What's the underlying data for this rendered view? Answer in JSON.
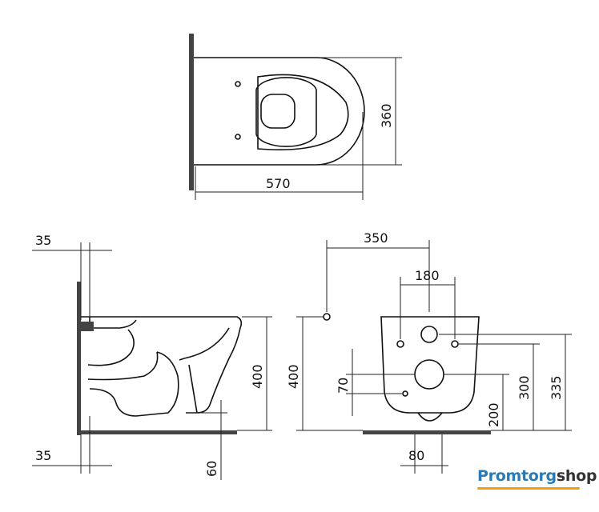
{
  "dimensions": {
    "top_length": "570",
    "top_width": "360",
    "side_wall_top": "35",
    "side_wall_bottom": "35",
    "side_height": "400",
    "side_floor": "60",
    "front_offset": "350",
    "front_bolts": "180",
    "front_height_left": "400",
    "front_inlet_70": "70",
    "front_outlet_80": "80",
    "front_200": "200",
    "front_300": "300",
    "front_335": "335"
  },
  "brand": {
    "part1": "Promtorg",
    "part2": "shop",
    "accent_color": "#f39c12",
    "blue_color": "#2a7ab5"
  }
}
